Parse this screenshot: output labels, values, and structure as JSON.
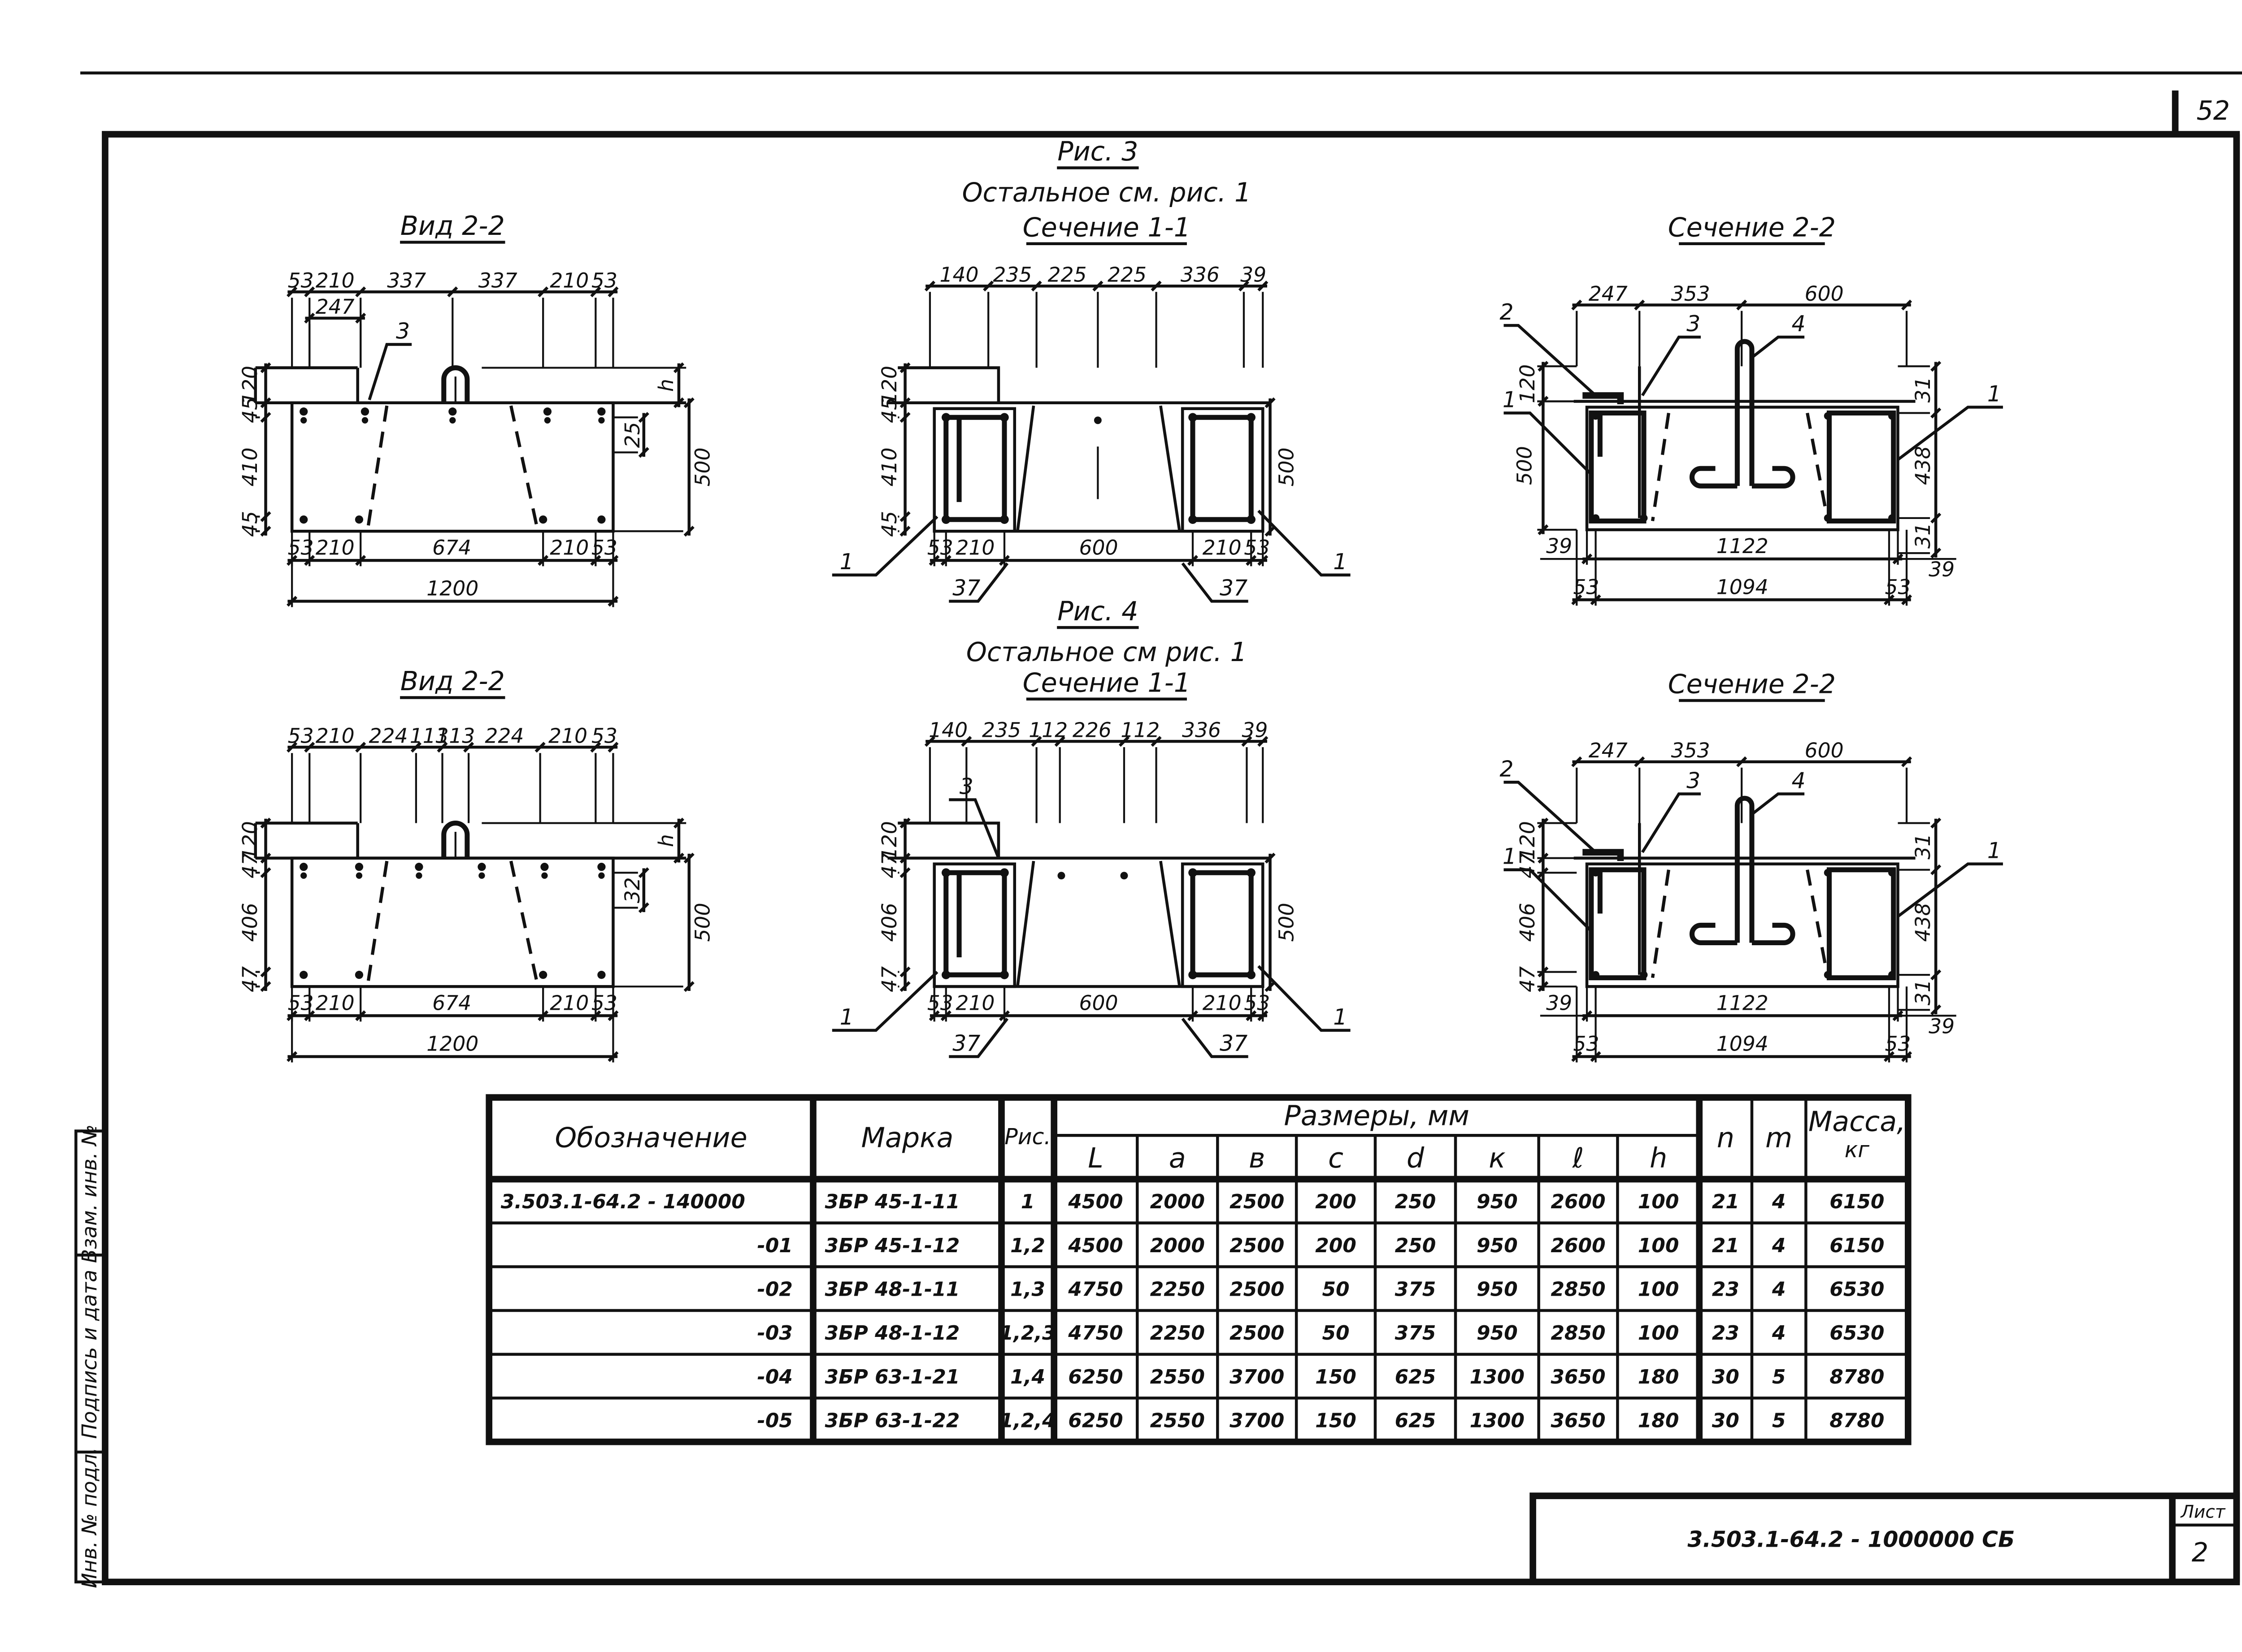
{
  "sheet": {
    "page_number": "52",
    "doc_code": "3.503.1-64.2 - 1000000 СБ",
    "sheet_label": "Лист",
    "sheet_number": "2",
    "side_stamp": [
      "Инв. № подл.",
      "Подпись и дата",
      "Взам. инв. №"
    ]
  },
  "fig3": {
    "title": "Рис. 3",
    "note": "Остальное см. рис. 1",
    "view": {
      "title": "Вид 2-2",
      "top_dims": [
        "53",
        "210",
        "337",
        "337",
        "210",
        "53"
      ],
      "dim_247": "247",
      "callout": "3",
      "left_dims": [
        "45",
        "120",
        "410",
        "45"
      ],
      "right_dims": [
        "h",
        "25",
        "500"
      ],
      "bottom_dims": [
        "53",
        "210",
        "674",
        "210",
        "53"
      ],
      "total": "1200"
    },
    "sec11": {
      "title": "Сечение 1-1",
      "top_dims": [
        "140",
        "235",
        "225",
        "225",
        "336",
        "39"
      ],
      "left_dims": [
        "45",
        "120",
        "410",
        "45"
      ],
      "right_dim": "500",
      "bottom_dims": [
        "53",
        "210",
        "600",
        "210",
        "53"
      ],
      "dims_37": [
        "37",
        "37"
      ],
      "callouts": [
        "1",
        "1"
      ]
    },
    "sec22": {
      "title": "Сечение 2-2",
      "top_dims": [
        "247",
        "353",
        "600"
      ],
      "callouts": [
        "2",
        "3",
        "4",
        "1",
        "1"
      ],
      "left_dims": [
        "120",
        "500"
      ],
      "right_dims": [
        "31",
        "438",
        "31"
      ],
      "bottom_dims": [
        "39",
        "1122",
        "39"
      ],
      "total_dims": [
        "53",
        "1094",
        "53"
      ]
    }
  },
  "fig4": {
    "title": "Рис. 4",
    "note": "Остальное см рис. 1",
    "view": {
      "title": "Вид 2-2",
      "top_dims": [
        "53",
        "210",
        "224",
        "113",
        "113",
        "224",
        "210",
        "53"
      ],
      "left_dims": [
        "47",
        "120",
        "406",
        "47"
      ],
      "right_dims": [
        "h",
        "32",
        "500"
      ],
      "bottom_dims": [
        "53",
        "210",
        "674",
        "210",
        "53"
      ],
      "total": "1200"
    },
    "sec11": {
      "title": "Сечение 1-1",
      "top_dims": [
        "140",
        "235",
        "112",
        "226",
        "112",
        "336",
        "39"
      ],
      "callout_3": "3",
      "left_dims": [
        "47",
        "120",
        "406",
        "47"
      ],
      "right_dim": "500",
      "bottom_dims": [
        "53",
        "210",
        "600",
        "210",
        "53"
      ],
      "dims_37": [
        "37",
        "37"
      ],
      "callouts": [
        "1",
        "1"
      ]
    },
    "sec22": {
      "title": "Сечение 2-2",
      "top_dims": [
        "247",
        "353",
        "600"
      ],
      "callouts": [
        "2",
        "3",
        "4",
        "1",
        "1"
      ],
      "left_dims": [
        "47",
        "120",
        "406",
        "47"
      ],
      "right_dims": [
        "31",
        "438",
        "31"
      ],
      "bottom_dims": [
        "39",
        "1122",
        "39"
      ],
      "total_dims": [
        "53",
        "1094",
        "53"
      ]
    }
  },
  "table": {
    "headers": {
      "designation": "Обозначение",
      "mark": "Марка",
      "fig": "Рис.",
      "sizes": "Размеры, мм",
      "n": "n",
      "m": "m",
      "mass": [
        "Масса,",
        "кг"
      ]
    },
    "size_cols": [
      "L",
      "a",
      "в",
      "c",
      "d",
      "к",
      "ℓ",
      "h"
    ],
    "rows": [
      {
        "designation": "3.503.1-64.2 - 140000",
        "mark": "3БР 45-1-11",
        "fig": "1",
        "L": "4500",
        "a": "2000",
        "b": "2500",
        "c": "200",
        "d": "250",
        "k": "950",
        "l": "2600",
        "h": "100",
        "n": "21",
        "m": "4",
        "mass": "6150"
      },
      {
        "designation": "-01",
        "mark": "3БР 45-1-12",
        "fig": "1,2",
        "L": "4500",
        "a": "2000",
        "b": "2500",
        "c": "200",
        "d": "250",
        "k": "950",
        "l": "2600",
        "h": "100",
        "n": "21",
        "m": "4",
        "mass": "6150"
      },
      {
        "designation": "-02",
        "mark": "3БР 48-1-11",
        "fig": "1,3",
        "L": "4750",
        "a": "2250",
        "b": "2500",
        "c": "50",
        "d": "375",
        "k": "950",
        "l": "2850",
        "h": "100",
        "n": "23",
        "m": "4",
        "mass": "6530"
      },
      {
        "designation": "-03",
        "mark": "3БР 48-1-12",
        "fig": "1,2,3",
        "L": "4750",
        "a": "2250",
        "b": "2500",
        "c": "50",
        "d": "375",
        "k": "950",
        "l": "2850",
        "h": "100",
        "n": "23",
        "m": "4",
        "mass": "6530"
      },
      {
        "designation": "-04",
        "mark": "3БР 63-1-21",
        "fig": "1,4",
        "L": "6250",
        "a": "2550",
        "b": "3700",
        "c": "150",
        "d": "625",
        "k": "1300",
        "l": "3650",
        "h": "180",
        "n": "30",
        "m": "5",
        "mass": "8780"
      },
      {
        "designation": "-05",
        "mark": "3БР 63-1-22",
        "fig": "1,2,4",
        "L": "6250",
        "a": "2550",
        "b": "3700",
        "c": "150",
        "d": "625",
        "k": "1300",
        "l": "3650",
        "h": "180",
        "n": "30",
        "m": "5",
        "mass": "8780"
      }
    ]
  }
}
